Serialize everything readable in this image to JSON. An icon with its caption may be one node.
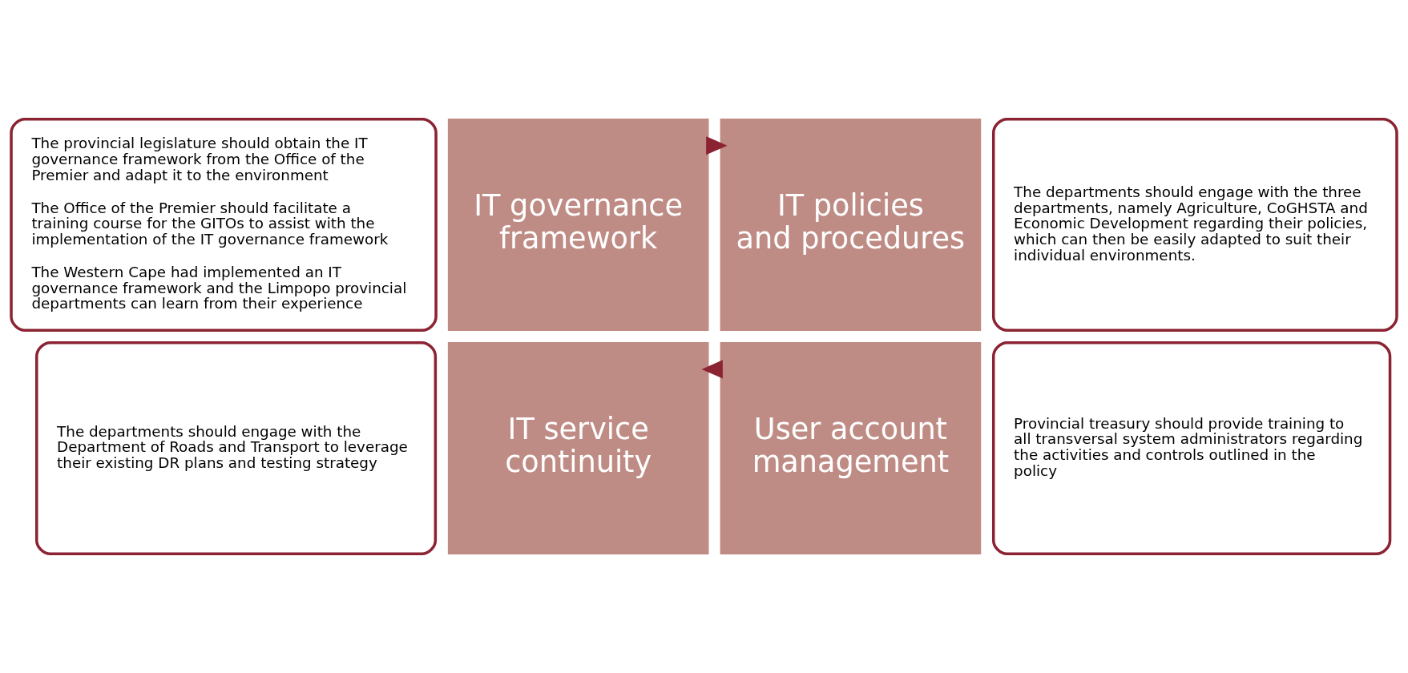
{
  "diagram": {
    "nodes": [
      {
        "text": [
          "The provincial legislature should obtain the IT governance framework from the Office of the Premier and adapt it to the environment",
          "The Office of the Premier should facilitate a training course for the GITOs to assist with the implementation of the IT governance framework",
          "The Western Cape had implemented an IT governance framework and the Limpopo provincial departments can learn from their experience"
        ]
      },
      {
        "text": [
          "IT governance framework"
        ]
      },
      {
        "text": [
          "IT policies and procedures"
        ]
      },
      {
        "text": [
          "The departments should engage with the three departments, namely Agriculture, CoGHSTA and Economic Development regarding their policies, which can then be easily adapted to suit their individual environments."
        ]
      },
      {
        "text": [
          "The departments should engage with the Department of Roads and Transport to leverage their existing DR plans and testing strategy"
        ]
      },
      {
        "text": [
          "IT service continuity"
        ]
      },
      {
        "text": [
          "User account management"
        ]
      },
      {
        "text": [
          "Provincial treasury should provide training to all transversal system administrators regarding the activities and controls outlined in the policy"
        ]
      }
    ],
    "edges": [
      {
        "from": 1,
        "to": 2,
        "arrow": "to",
        "style": "thick"
      },
      {
        "from": 6,
        "to": 5,
        "arrow": "to",
        "style": "thick"
      }
    ]
  }
}
